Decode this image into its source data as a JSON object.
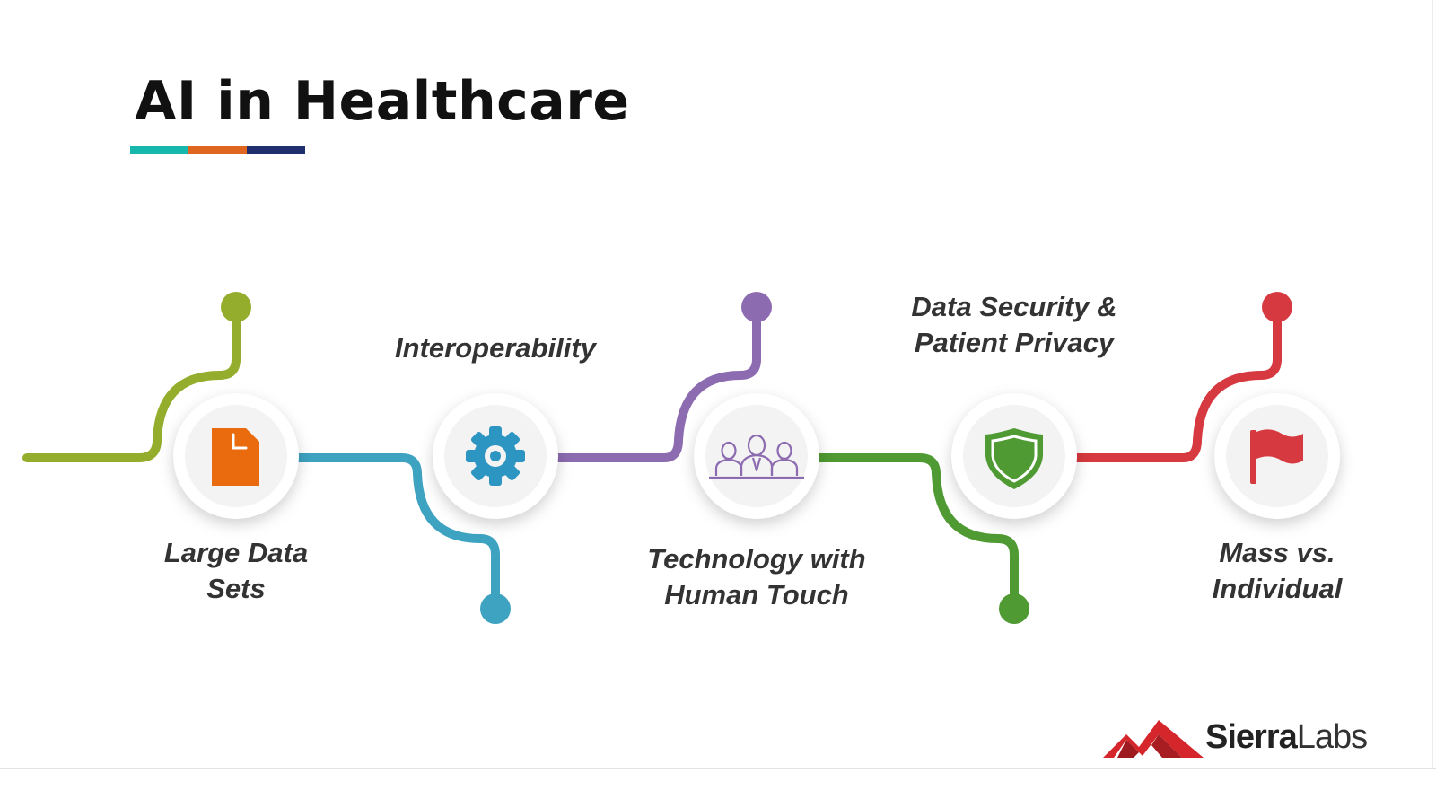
{
  "title": "AI in Healthcare",
  "underline_colors": [
    "#16b8ad",
    "#e0651f",
    "#1f2f6e"
  ],
  "steps": [
    {
      "label_lines": [
        "Large Data",
        "Sets"
      ],
      "icon": "document-icon",
      "color": "#95ad2c",
      "icon_color": "#ea6a0e"
    },
    {
      "label_lines": [
        "Interoperability"
      ],
      "icon": "gear-icon",
      "color": "#3ea2c1",
      "icon_color": "#2d95c2"
    },
    {
      "label_lines": [
        "Technology with",
        "Human Touch"
      ],
      "icon": "people-group-icon",
      "color": "#8c6bb1",
      "icon_color": "#8c6bb1"
    },
    {
      "label_lines": [
        "Data Security &",
        "Patient Privacy"
      ],
      "icon": "shield-icon",
      "color": "#4f9a33",
      "icon_color": "#4f9a33"
    },
    {
      "label_lines": [
        "Mass vs.",
        "Individual"
      ],
      "icon": "flag-icon",
      "color": "#d6393f",
      "icon_color": "#d6393f"
    }
  ],
  "logo": {
    "text_bold": "Sierra",
    "text_light": "Labs",
    "color": "#d5272b"
  }
}
